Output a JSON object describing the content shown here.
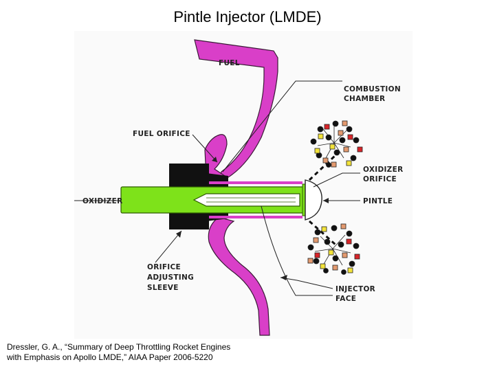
{
  "title": "Pintle Injector (LMDE)",
  "labels": {
    "fuel": "FUEL",
    "combustion_chamber_1": "COMBUSTION",
    "combustion_chamber_2": "CHAMBER",
    "fuel_orifice": "FUEL ORIFICE",
    "oxidizer_orifice_1": "OXIDIZER",
    "oxidizer_orifice_2": "ORIFICE",
    "oxidizer": "OXIDIZER",
    "pintle": "PINTLE",
    "orifice_adjusting_sleeve_1": "ORIFICE",
    "orifice_adjusting_sleeve_2": "ADJUSTING",
    "orifice_adjusting_sleeve_3": "SLEEVE",
    "injector_face_1": "INJECTOR",
    "injector_face_2": "FACE"
  },
  "citation": {
    "line1": "Dressler, G. A., “Summary of Deep Throttling Rocket Engines",
    "line2": "with Emphasis on Apollo LMDE,” AIAA Paper 2006-5220"
  },
  "colors": {
    "fuel": "#d93fc8",
    "oxidizer": "#7ee21a",
    "sleeve": "#111111",
    "droplet_black": "#111111",
    "droplet_red": "#d8252a",
    "droplet_yellow": "#f3e33a",
    "droplet_salmon": "#e39a6f"
  },
  "icons": {
    "spray_upper": "droplet-spray",
    "spray_lower": "droplet-spray"
  }
}
